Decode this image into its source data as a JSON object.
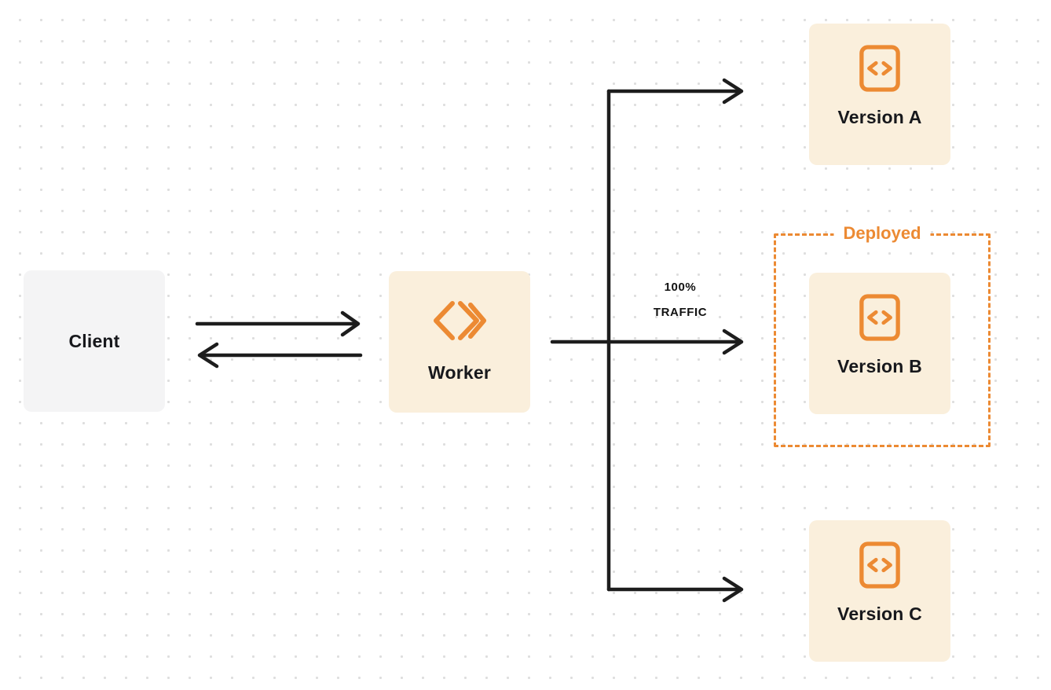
{
  "diagram": {
    "client": {
      "label": "Client"
    },
    "worker": {
      "label": "Worker"
    },
    "traffic_label": {
      "line1": "100%",
      "line2": "TRAFFIC"
    },
    "deployed_badge": {
      "label": "Deployed"
    },
    "versions": [
      {
        "label": "Version A",
        "deployed": false
      },
      {
        "label": "Version B",
        "deployed": true
      },
      {
        "label": "Version C",
        "deployed": false
      }
    ],
    "colors": {
      "accent_orange": "#ec8a33",
      "panel_cream": "#faefdc",
      "panel_gray": "#f4f4f5",
      "arrow_black": "#1d1d1d",
      "dot_grid": "#dedede"
    }
  }
}
